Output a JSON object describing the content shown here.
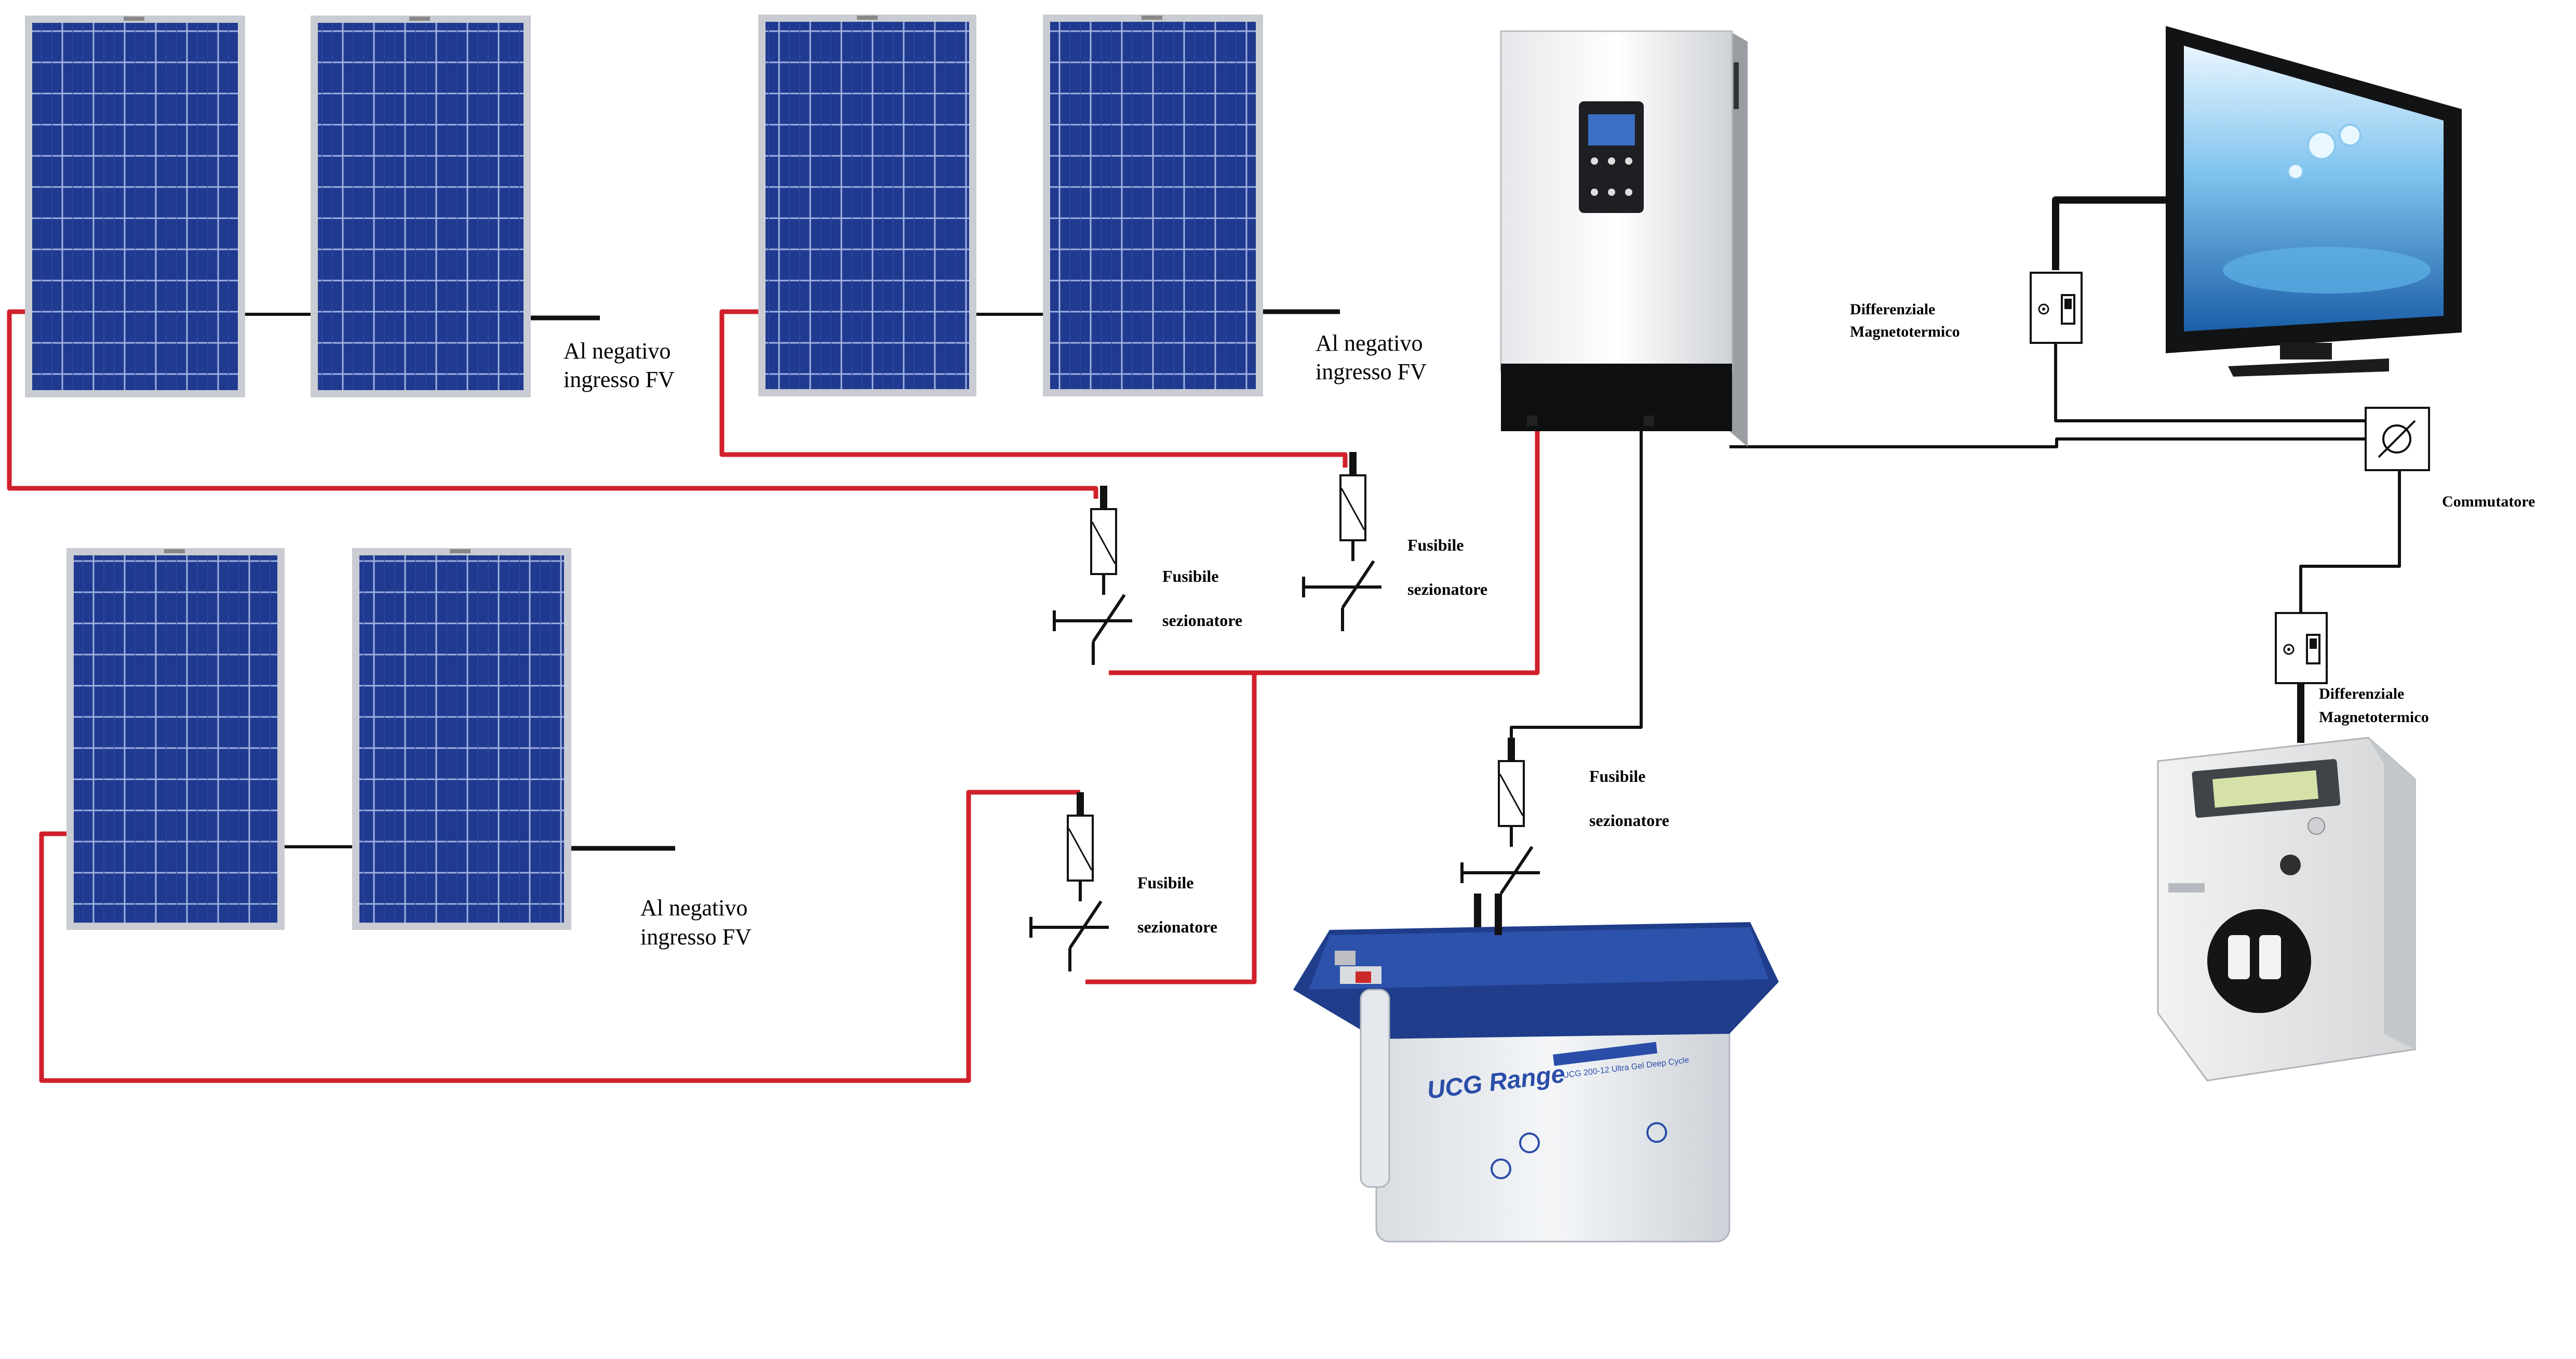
{
  "labels": {
    "pv_neg_1_line1": "Al negativo",
    "pv_neg_1_line2": "ingresso FV",
    "pv_neg_2_line1": "Al negativo",
    "pv_neg_2_line2": "ingresso FV",
    "pv_neg_3_line1": "Al negativo",
    "pv_neg_3_line2": "ingresso FV",
    "fuse_1_line1": "Fusibile",
    "fuse_1_line2": "sezionatore",
    "fuse_2_line1": "Fusibile",
    "fuse_2_line2": "sezionatore",
    "fuse_3_line1": "Fusibile",
    "fuse_3_line2": "sezionatore",
    "fuse_4_line1": "Fusibile",
    "fuse_4_line2": "sezionatore",
    "rcbo_1_line1": "Differenziale",
    "rcbo_1_line2": "Magnetotermico",
    "rcbo_2_line1": "Differenziale",
    "rcbo_2_line2": "Magnetotermico",
    "switch_label": "Commutatore",
    "battery_brand": "UCG Range",
    "battery_model": "UCG 200-12 Ultra Gel Deep Cycle"
  },
  "colors": {
    "positive_wire": "#d0212b",
    "negative_wire": "#111111",
    "panel_cell": "#1f3a8f",
    "panel_frame": "#c9ccd2",
    "battery_lid": "#1f3d8a",
    "battery_body": "#e9ecef"
  },
  "icons": [
    "solar-panel-icon",
    "inverter-icon",
    "tv-icon",
    "battery-icon",
    "energy-meter-icon",
    "fuse-disconnector-icon",
    "rcbo-breaker-icon",
    "changeover-switch-icon"
  ]
}
